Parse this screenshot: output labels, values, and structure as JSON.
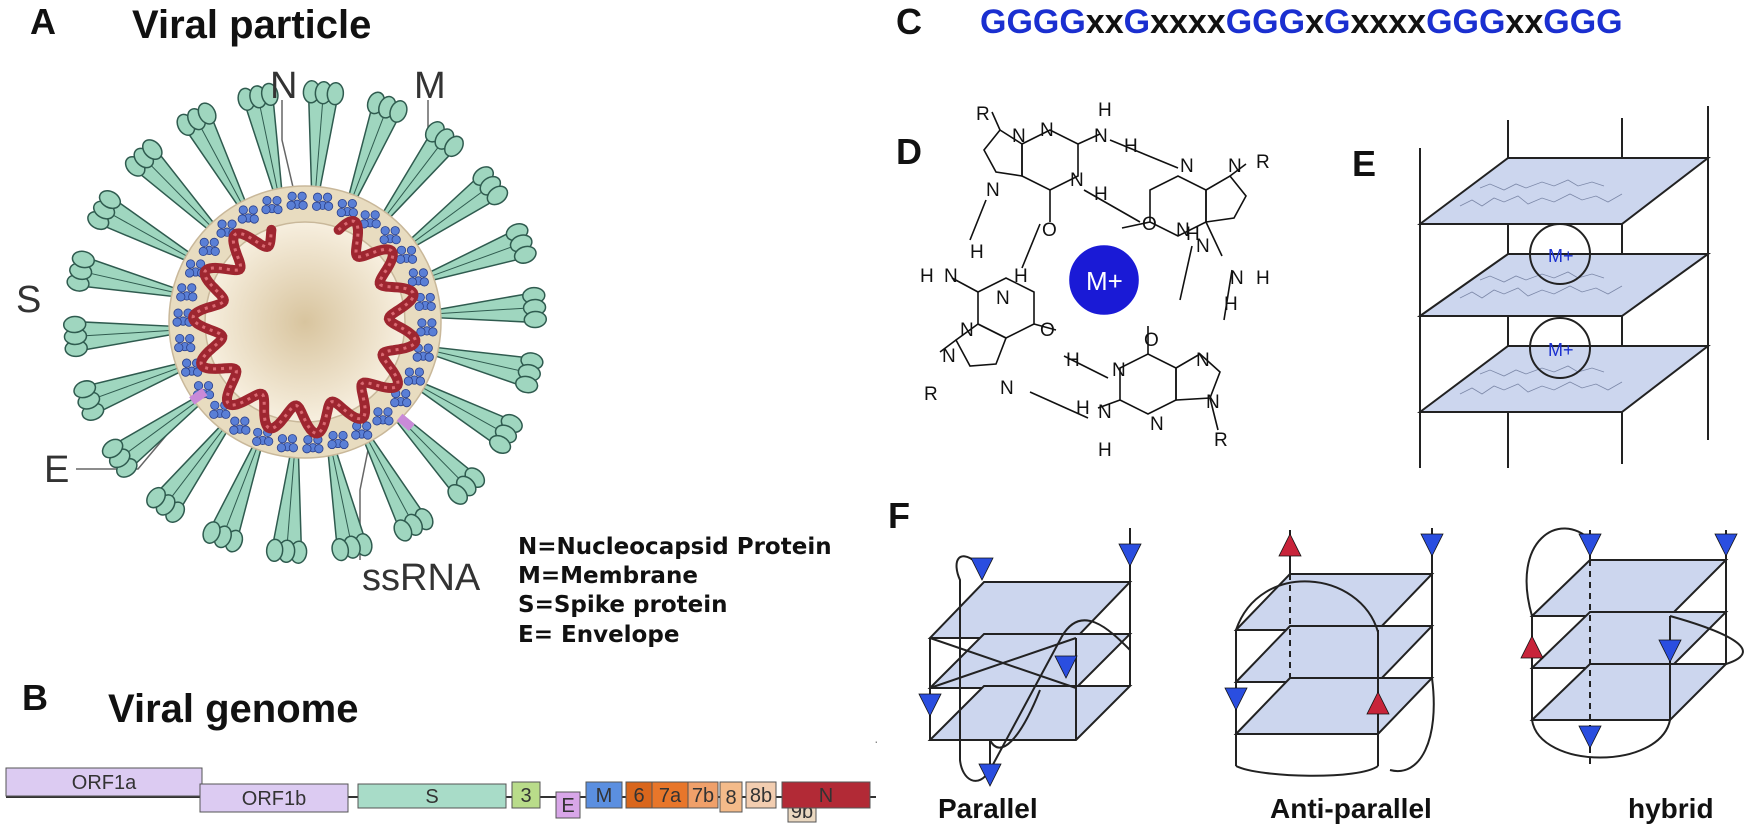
{
  "panel_letters": {
    "a": "A",
    "b": "B",
    "c": "C",
    "d": "D",
    "e": "E",
    "f": "F"
  },
  "panel_a": {
    "title": "Viral particle",
    "callouts": {
      "n": "N",
      "m": "M",
      "s": "S",
      "e": "E",
      "ssrna": "ssRNA"
    },
    "legend": [
      "N=Nucleocapsid Protein",
      "M=Membrane",
      "S=Spike protein",
      "E= Envelope"
    ]
  },
  "panel_b": {
    "title": "Viral genome",
    "genes": [
      {
        "label": "ORF1a",
        "color": "#dccbf2"
      },
      {
        "label": "ORF1b",
        "color": "#dccbf2"
      },
      {
        "label": "S",
        "color": "#a8dcc8"
      },
      {
        "label": "3",
        "color": "#b9dc8a"
      },
      {
        "label": "E",
        "color": "#d8a6e8"
      },
      {
        "label": "M",
        "color": "#5b8fe0"
      },
      {
        "label": "6",
        "color": "#d9661c"
      },
      {
        "label": "7a",
        "color": "#e8762a"
      },
      {
        "label": "7b",
        "color": "#f0a06a"
      },
      {
        "label": "8",
        "color": "#f4bb8a"
      },
      {
        "label": "8b",
        "color": "#f2cdb0"
      },
      {
        "label": "9b",
        "color": "#ead8c0"
      },
      {
        "label": "N",
        "color": "#b22a36"
      }
    ]
  },
  "panel_c": {
    "sequence": [
      {
        "text": "GGGG",
        "kind": "g"
      },
      {
        "text": "xx",
        "kind": "x"
      },
      {
        "text": "G",
        "kind": "g"
      },
      {
        "text": "xxxx",
        "kind": "x"
      },
      {
        "text": "GGG",
        "kind": "g"
      },
      {
        "text": "x",
        "kind": "x"
      },
      {
        "text": "G",
        "kind": "g"
      },
      {
        "text": "xxxx",
        "kind": "x"
      },
      {
        "text": "GGG",
        "kind": "g"
      },
      {
        "text": "xx",
        "kind": "x"
      },
      {
        "text": "GGG",
        "kind": "g"
      }
    ],
    "colors": {
      "g": "#1a2fd0",
      "x": "#111111"
    }
  },
  "panel_d": {
    "ion": "M+"
  },
  "panel_e": {
    "ion": "M+"
  },
  "panel_f": {
    "topologies": [
      "Parallel",
      "Anti-parallel",
      "hybrid"
    ]
  },
  "colors": {
    "spike": "#9fd6bf",
    "membrane_protein": "#5a7fd6",
    "envelope": "#e8dcc0",
    "rna": "#b7353d",
    "tetrad_fill": "#ccd6ee",
    "ion": "#1a1ad6"
  }
}
